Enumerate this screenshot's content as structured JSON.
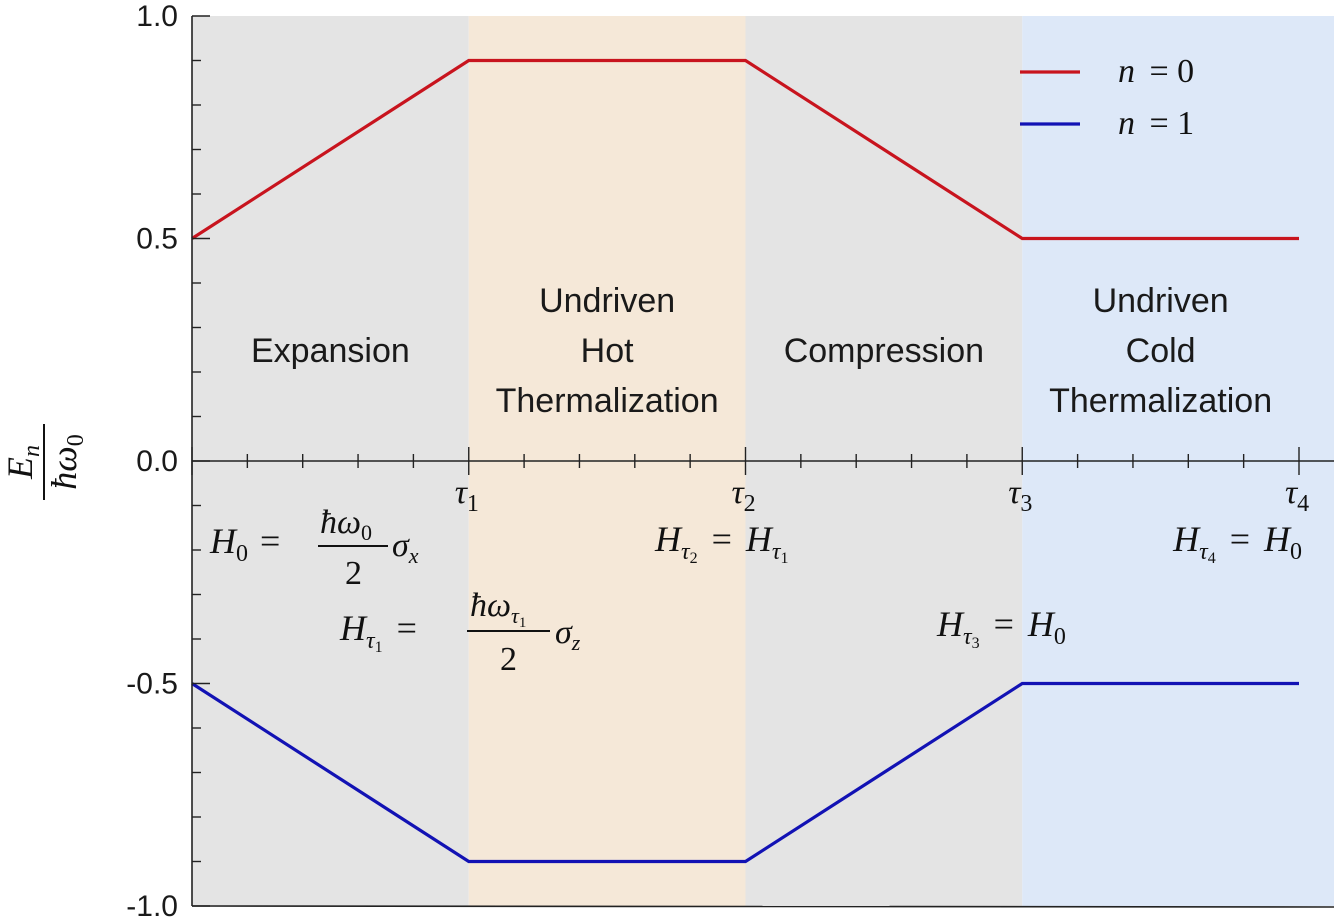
{
  "chart_data": {
    "type": "line",
    "x_ticks": [
      "τ1",
      "τ2",
      "τ3",
      "τ4"
    ],
    "x": [
      0,
      1,
      2,
      3,
      4
    ],
    "ylim": [
      -1.0,
      1.0
    ],
    "yticks": [
      "1.0",
      "0.5",
      "0.0",
      "-0.5",
      "-1.0"
    ],
    "ytick_values": [
      1.0,
      0.5,
      0.0,
      -0.5,
      -1.0
    ],
    "ylabel": {
      "num": "E",
      "num_sub": "n",
      "den": "ħω",
      "den_sub": "0"
    },
    "series": [
      {
        "name": "n = 0",
        "values": [
          0.5,
          0.9,
          0.9,
          0.5,
          0.5
        ],
        "color": "#c8141e"
      },
      {
        "name": "n = 1",
        "values": [
          -0.5,
          -0.9,
          -0.9,
          -0.5,
          -0.5
        ],
        "color": "#1212b4"
      }
    ],
    "legend": {
      "placement": "top-right",
      "entries": [
        {
          "var": "n",
          "rel": "= 0",
          "color": "#c8141e"
        },
        {
          "var": "n",
          "rel": "= 1",
          "color": "#1212b4"
        }
      ]
    },
    "regions": [
      {
        "from": 0,
        "to": 1,
        "lines": [
          "Expansion"
        ],
        "color": "#e4e4e4"
      },
      {
        "from": 1,
        "to": 2,
        "lines": [
          "Undriven",
          "Hot",
          "Thermalization"
        ],
        "color": "#f5e8d8"
      },
      {
        "from": 2,
        "to": 3,
        "lines": [
          "Compression"
        ],
        "color": "#e4e4e4"
      },
      {
        "from": 3,
        "to": 4,
        "lines": [
          "Undriven",
          "Cold",
          "Thermalization"
        ],
        "color": "#dde8f8"
      }
    ],
    "annotations": {
      "h0": {
        "lhs": "H",
        "lhs_sub": "0",
        "eq": "=",
        "num": "ħω",
        "num_sub": "0",
        "den": "2",
        "op": "σ",
        "op_sub": "x"
      },
      "ht1": {
        "lhs": "H",
        "lhs_sub": "τ",
        "lhs_subsub": "1",
        "eq": "=",
        "num": "ħω",
        "num_sub": "τ",
        "num_subsub": "1",
        "den": "2",
        "op": "σ",
        "op_sub": "z"
      },
      "ht2": {
        "lhs": "H",
        "lhs_sub": "τ",
        "lhs_subsub": "2",
        "eq": "=",
        "rhs": "H",
        "rhs_sub": "τ",
        "rhs_subsub": "1"
      },
      "ht3": {
        "lhs": "H",
        "lhs_sub": "τ",
        "lhs_subsub": "3",
        "eq": "=",
        "rhs": "H",
        "rhs_sub": "0"
      },
      "ht4": {
        "lhs": "H",
        "lhs_sub": "τ",
        "lhs_subsub": "4",
        "eq": "=",
        "rhs": "H",
        "rhs_sub": "0"
      }
    },
    "grid": false
  }
}
